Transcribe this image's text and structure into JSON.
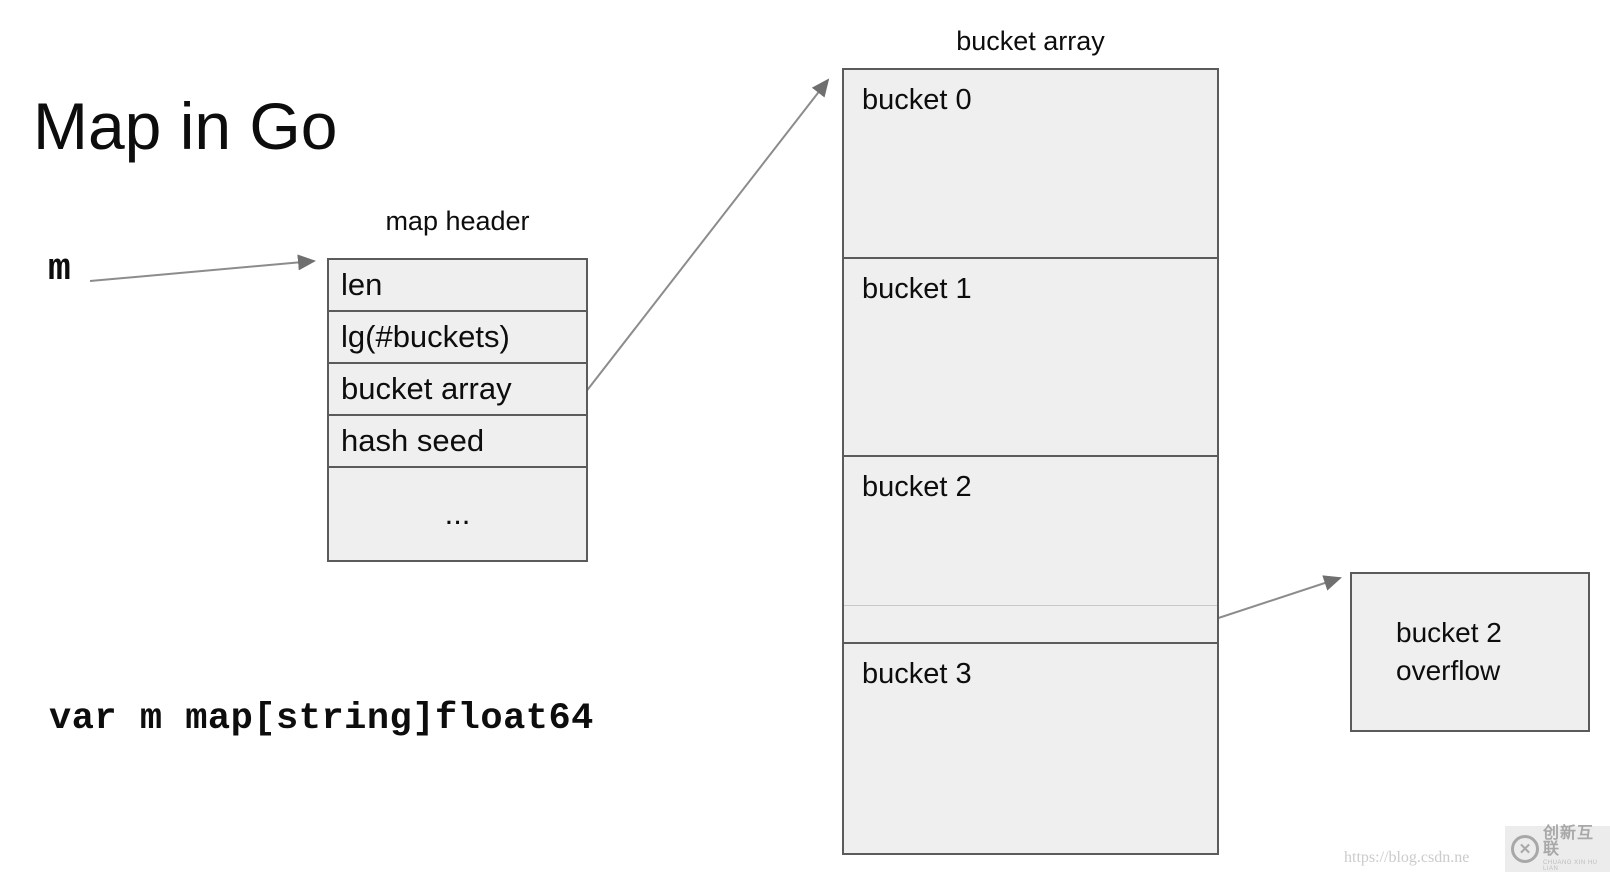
{
  "title": "Map in Go",
  "variable_label": "m",
  "code_line": "var m map[string]float64",
  "map_header": {
    "label": "map header",
    "rows": [
      "len",
      "lg(#buckets)",
      "bucket array",
      "hash seed",
      "..."
    ]
  },
  "bucket_array": {
    "label": "bucket array",
    "buckets": [
      "bucket 0",
      "bucket 1",
      "bucket 2",
      "bucket 3"
    ]
  },
  "overflow_box": {
    "line1": "bucket 2",
    "line2": "overflow"
  },
  "watermark": {
    "brand": "创新互联",
    "brand_subtext": "CHUANG XIN HU LIAN",
    "url_text": "https://blog.csdn.ne"
  },
  "colors": {
    "cell_fill": "#efefef",
    "border": "#5b5b5b",
    "arrow": "#8c8c8c",
    "watermark_gray": "#a8a8a8"
  }
}
